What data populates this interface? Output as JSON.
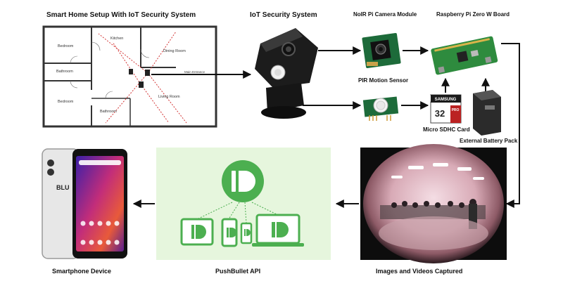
{
  "titles": {
    "smart_home": "Smart Home Setup With IoT Security System",
    "iot_system": "IoT Security System"
  },
  "components": {
    "camera_module": "NoIR Pi Camera Module",
    "pi_board": "Raspberry Pi Zero W Board",
    "pir_sensor": "PIR Motion Sensor",
    "sd_card": "Micro SDHC Card",
    "battery": "External Battery Pack",
    "images": "Images and Videos Captured",
    "pushbullet": "PushBullet API",
    "smartphone": "Smartphone Device"
  },
  "rooms": {
    "bedroom_top": "Bedroom",
    "kitchen": "Kitchen",
    "dining": "Dining Room",
    "bathroom_left": "Bathroom",
    "living": "Living Room",
    "bedroom_bottom": "Bedroom",
    "bathroom_small": "Bathroom",
    "main_entrance": "Main Entrance"
  },
  "device_text": {
    "sd_brand": "SAMSUNG",
    "sd_capacity": "32",
    "sd_pro": "PRO",
    "phone_brand": "BLU"
  },
  "colors": {
    "arrow": "#111111",
    "pushbullet_green": "#4CAF50",
    "pushbullet_bg": "#e6f6dd",
    "pi_green": "#2e8b3e",
    "fov_red": "#d33333"
  }
}
